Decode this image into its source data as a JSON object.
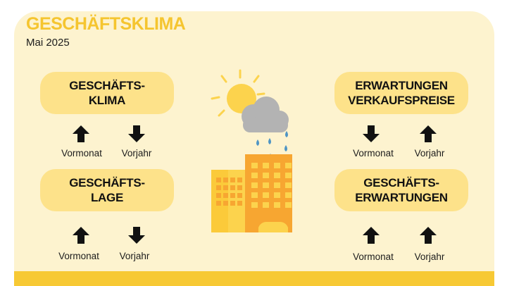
{
  "header": {
    "title": "GESCHÄFTSKLIMA",
    "subtitle": "Mai 2025"
  },
  "indicators": [
    {
      "label": "GESCHÄFTS-\nKLIMA",
      "vormonat": "up",
      "vorjahr": "down"
    },
    {
      "label": "GESCHÄFTS-\nLAGE",
      "vormonat": "up",
      "vorjahr": "down"
    },
    {
      "label": "ERWARTUNGEN\nVERKAUFSPREISE",
      "vormonat": "down",
      "vorjahr": "up"
    },
    {
      "label": "GESCHÄFTS-\nERWARTUNGEN",
      "vormonat": "up",
      "vorjahr": "up"
    }
  ],
  "labels": {
    "vormonat": "Vormonat",
    "vorjahr": "Vorjahr"
  },
  "icons": {
    "illustration": "sun-cloud-rain-buildings-illustration",
    "arrow_up": "arrow-up-icon",
    "arrow_down": "arrow-down-icon"
  },
  "colors": {
    "accent": "#f5c52f",
    "pill": "#fde28a",
    "background": "#fdf3cf",
    "building_main": "#f7a631",
    "building_side": "#fcd34d",
    "cloud": "#b3b3b3",
    "rain": "#4f95c4"
  }
}
